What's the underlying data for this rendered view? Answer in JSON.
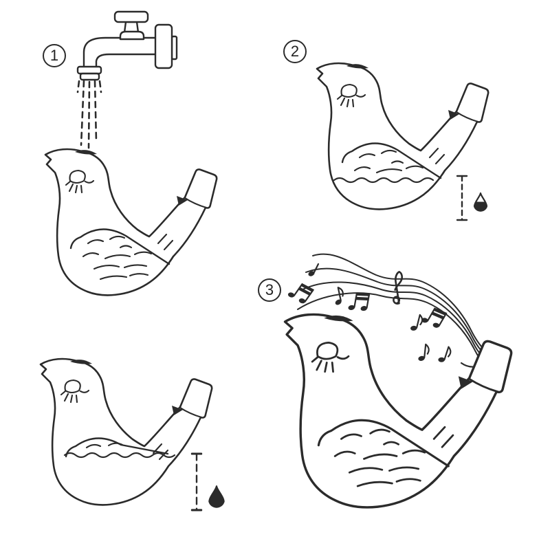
{
  "canvas": {
    "background": "#ffffff",
    "line_color": "#2b2b2b",
    "description_visible_text_only": true
  },
  "steps": {
    "step1": {
      "number": "1"
    },
    "step2": {
      "number": "2"
    },
    "step3": {
      "number": "3"
    }
  },
  "icons": {
    "faucet": "faucet-icon",
    "water_stream": "water-stream-icon",
    "bird_empty": "bird-whistle-empty-icon",
    "bird_water_low": "bird-whistle-water-level-icon",
    "bird_water_high": "bird-whistle-filled-icon",
    "bird_singing": "bird-whistle-singing-icon",
    "gauge": "water-level-gauge-icon",
    "drop_half": "water-drop-half-full-icon",
    "drop_full": "water-drop-full-icon",
    "music": "music-staff-icon"
  }
}
